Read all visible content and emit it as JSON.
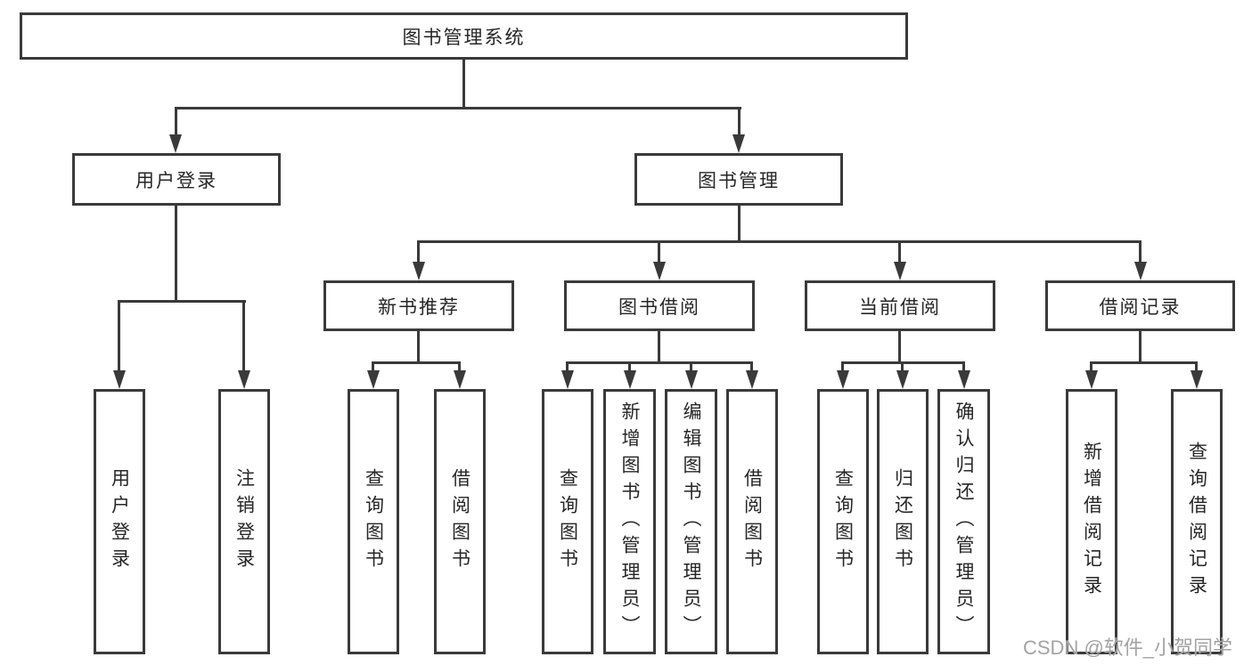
{
  "diagram": {
    "root": "图书管理系统",
    "level2": [
      "用户登录",
      "图书管理"
    ],
    "level3": [
      "新书推荐",
      "图书借阅",
      "当前借阅",
      "借阅记录"
    ],
    "leaves": [
      "用户登录",
      "注销登录",
      "查询图书",
      "借阅图书",
      "查询图书",
      "新增图书（管理员）",
      "编辑图书（管理员）",
      "借阅图书",
      "查询图书",
      "归还图书",
      "确认归还（管理员）",
      "新增借阅记录",
      "查询借阅记录"
    ]
  },
  "watermark": {
    "text": "CSDN @软件_小贺同学"
  }
}
